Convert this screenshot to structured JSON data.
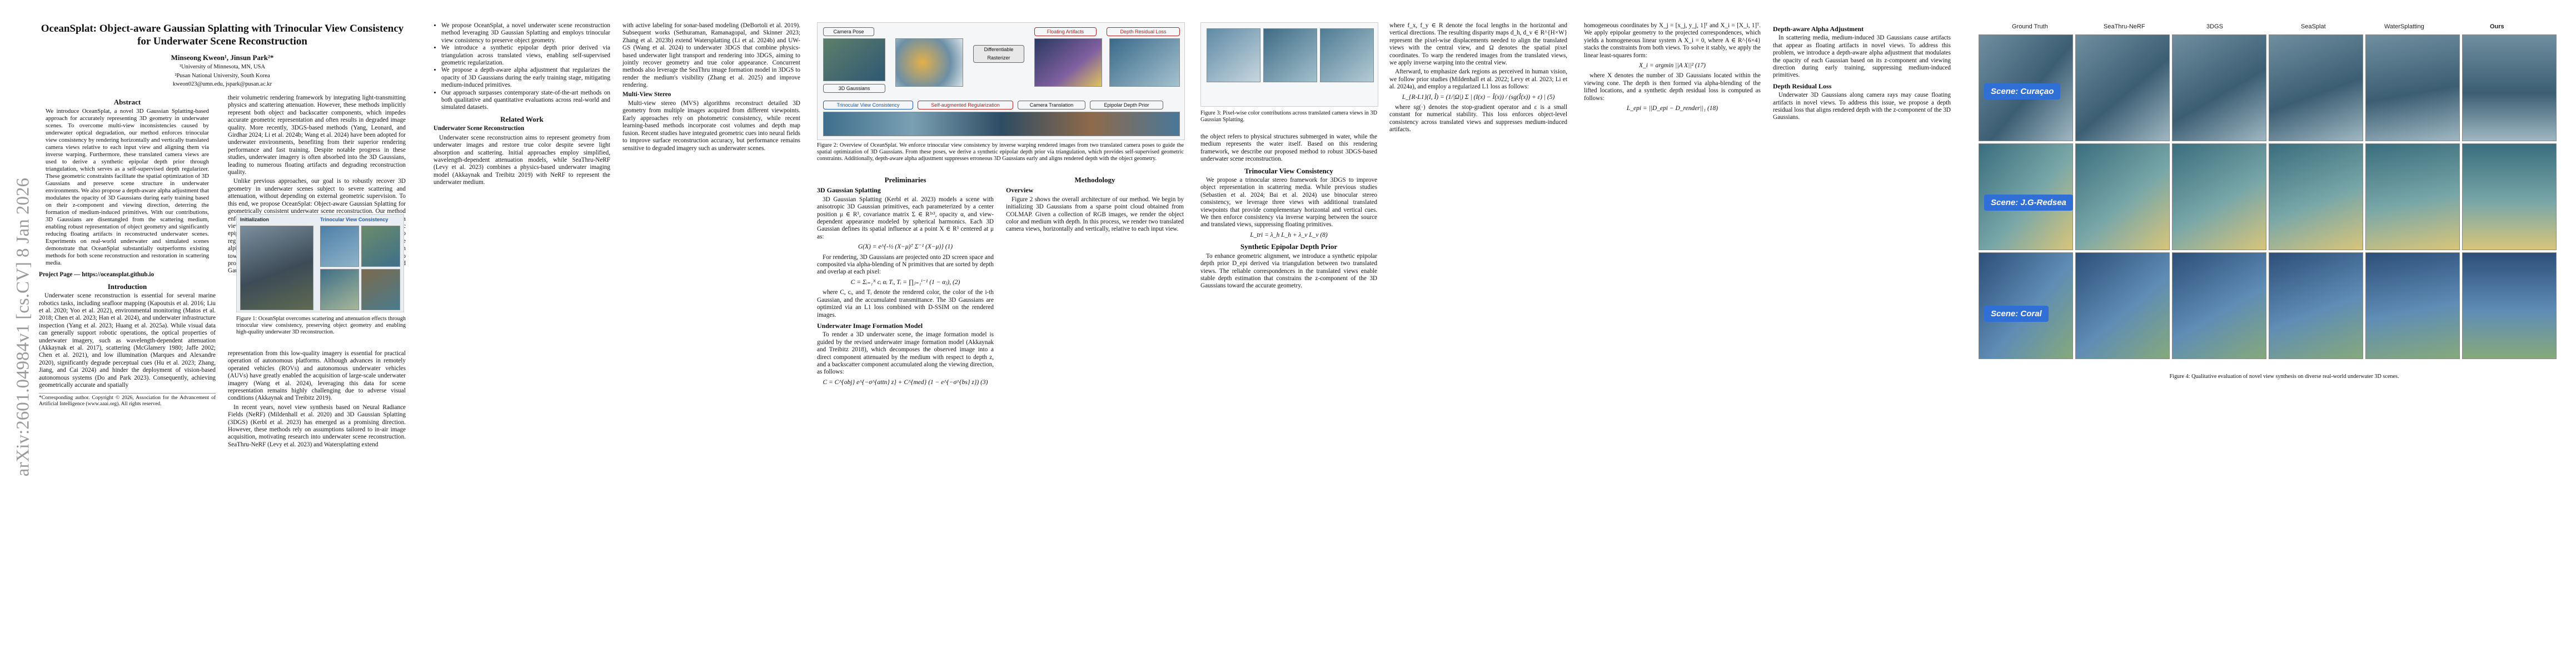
{
  "arxiv_stamp": "arXiv:2601.04984v1  [cs.CV]  8 Jan 2026",
  "title": "OceanSplat: Object-aware Gaussian Splatting with Trinocular View Consistency for Underwater Scene Reconstruction",
  "authors": "Minseong Kweon¹, Jinsun Park²*",
  "affiliations": [
    "¹University of Minnesota, MN, USA",
    "²Pusan National University, South Korea",
    "kweon023@umn.edu, jspark@pusan.ac.kr"
  ],
  "abstract_heading": "Abstract",
  "abstract": "We introduce OceanSplat, a novel 3D Gaussian Splatting-based approach for accurately representing 3D geometry in underwater scenes. To overcome multi-view inconsistencies caused by underwater optical degradation, our method enforces trinocular view consistency by rendering horizontally and vertically translated camera views relative to each input view and aligning them via inverse warping. Furthermore, these translated camera views are used to derive a synthetic epipolar depth prior through triangulation, which serves as a self-supervised depth regularizer. These geometric constraints facilitate the spatial optimization of 3D Gaussians and preserve scene structure in underwater environments. We also propose a depth-aware alpha adjustment that modulates the opacity of 3D Gaussians during early training based on their z-component and viewing direction, deterring the formation of medium-induced primitives. With our contributions, 3D Gaussians are disentangled from the scattering medium, enabling robust representation of object geometry and significantly reducing floating artifacts in reconstructed underwater scenes. Experiments on real-world underwater and simulated scenes demonstrate that OceanSplat substantially outperforms existing methods for both scene reconstruction and restoration in scattering media.",
  "project_page": "Project Page — https://oceansplat.github.io",
  "intro_heading": "Introduction",
  "intro_p1": "Underwater scene reconstruction is essential for several marine robotics tasks, including seafloor mapping (Kapoutsis et al. 2016; Liu et al. 2020; Yoo et al. 2022), environmental monitoring (Matos et al. 2018; Chen et al. 2023; Han et al. 2024), and underwater infrastructure inspection (Yang et al. 2023; Huang et al. 2025a). While visual data can generally support robotic operations, the optical properties of underwater imagery, such as wavelength-dependent attenuation (Akkaynak et al. 2017), scattering (McGlamery 1980; Jaffe 2002; Chen et al. 2021), and low illumination (Marques and Alexandre 2020), significantly degrade perceptual cues (Hu et al. 2023; Zhang, Jiang, and Cai 2024) and hinder the deployment of vision-based autonomous systems (Do and Park 2023). Consequently, achieving geometrically accurate and spatially",
  "footnote": "*Corresponding author. Copyright © 2026, Association for the Advancement of Artificial Intelligence (www.aaai.org). All rights reserved.",
  "col2_p1": "their volumetric rendering framework by integrating light-transmitting physics and scattering attenuation. However, these methods implicitly represent both object and backscatter components, which impedes accurate geometric representation and often results in degraded image quality. More recently, 3DGS-based methods (Yang, Leonard, and Girdhar 2024; Li et al. 2024b; Wang et al. 2024) have been adopted for underwater environments, benefiting from their superior rendering performance and fast training. Despite notable progress in these studies, underwater imagery is often absorbed into the 3D Gaussians, leading to numerous floating artifacts and degrading reconstruction quality.",
  "col2_p2": "Unlike previous approaches, our goal is to robustly recover 3D geometry in underwater scenes subject to severe scattering and attenuation, without depending on external geometric supervision. To this end, we propose OceanSplat: Object-aware Gaussian Splatting for geometrically consistent underwater scene reconstruction. Our method enforces trinocular view consistency by rendering translated camera views along two orthogonal axes. Our method also enforces synthetic epipolar depth prior via triangulation across the translated views to regularize the spatial structure. Additionally, we derive a depth-aware alpha adjustment that constrains the z-component of each 3D Gaussian toward the alpha-blended depth to promote accurate geometry. We also propose a depth-aware alpha adjustment that prevents medium-induced Gaussians from persisting during the early stages of training.",
  "fig1_caption": "Figure 1: OceanSplat overcomes scattering and attenuation effects through trinocular view consistency, preserving object geometry and enabling high-quality underwater 3D reconstruction.",
  "fig1_labels": {
    "init": "Initialization",
    "trino": "Trinocular View Consistency"
  },
  "col3_p1": "representation from this low-quality imagery is essential for practical operation of autonomous platforms. Although advances in remotely operated vehicles (ROVs) and autonomous underwater vehicles (AUVs) have greatly enabled the acquisition of large-scale underwater imagery (Wang et al. 2024), leveraging this data for scene representation remains highly challenging due to adverse visual conditions (Akkaynak and Treibitz 2019).",
  "col3_p2": "In recent years, novel view synthesis based on Neural Radiance Fields (NeRF) (Mildenhall et al. 2020) and 3D Gaussian Splatting (3DGS) (Kerbl et al. 2023) has emerged as a promising direction. However, these methods rely on assumptions tailored to in-air image acquisition, motivating research into underwater scene reconstruction. SeaThru-NeRF (Levy et al. 2023) and Watersplatting extend",
  "contrib": [
    "We propose OceanSplat, a novel underwater scene reconstruction method leveraging 3D Gaussian Splatting and employs trinocular view consistency to preserve object geometry.",
    "We introduce a synthetic epipolar depth prior derived via triangulation across translated views, enabling self-supervised geometric regularization.",
    "We propose a depth-aware alpha adjustment that regularizes the opacity of 3D Gaussians during the early training stage, mitigating medium-induced primitives.",
    "Our approach surpasses contemporary state-of-the-art methods on both qualitative and quantitative evaluations across real-world and simulated datasets."
  ],
  "related_heading": "Related Work",
  "related_p1_head": "Underwater Scene Reconstruction",
  "related_p1": "Underwater scene reconstruction aims to represent geometry from underwater images and restore true color despite severe light absorption and scattering. Initial approaches employ simplified, wavelength-dependent attenuation models, while SeaThru-NeRF (Levy et al. 2023) combines a physics-based underwater imaging model (Akkaynak and Treibitz 2019) with NeRF to represent the underwater medium.",
  "col4_p1": "with active labeling for sonar-based modeling (DeBortoli et al. 2019). Subsequent works (Sethuraman, Ramanagopal, and Skinner 2023; Zhang et al. 2023b) extend Watersplatting (Li et al. 2024b) and UW-GS (Wang et al. 2024) to underwater 3DGS that combine physics-based underwater light transport and rendering into 3DGS, aiming to jointly recover geometry and true color appearance. Concurrent methods also leverage the SeaThru image formation model in 3DGS to render the medium's visibility (Zhang et al. 2025) and improve rendering.",
  "col4_p2": "Multi-View Stereo",
  "col4_p2_body": "Multi-view stereo (MVS) algorithms reconstruct detailed 3D geometry from multiple images acquired from different viewpoints. Early approaches rely on photometric consistency, while recent learning-based methods incorporate cost volumes and depth map fusion. Recent studies have integrated geometric cues into neural fields to improve surface reconstruction accuracy, but performance remains sensitive to degraded imagery such as underwater scenes.",
  "fig2_caption": "Figure 2: Overview of OceanSplat. We enforce trinocular view consistency by inverse warping rendered images from two translated camera poses to guide the spatial optimization of 3D Gaussians. From these poses, we derive a synthetic epipolar depth prior via triangulation, which provides self-supervised geometric constraints. Additionally, depth-aware alpha adjustment suppresses erroneous 3D Gaussians early and aligns rendered depth with the object geometry.",
  "fig2_labels": {
    "camera": "Camera Pose",
    "gaussians": "3D Gaussians",
    "diff": "Differentiable Rasterizer",
    "floating": "Floating Artifacts",
    "depth_loss": "Depth Residual Loss",
    "trinoc": "Trinocular View Consistency",
    "selfreg": "Self-augmented Regularization",
    "camtrans": "Camera Translation",
    "epipolar": "Epipolar Depth Prior"
  },
  "prelim_heading": "Preliminaries",
  "prelim_sub": "3D Gaussian Splatting",
  "prelim_body": "3D Gaussian Splatting (Kerbl et al. 2023) models a scene with anisotropic 3D Gaussian primitives, each parameterized by a center position μ ∈ R³, covariance matrix Σ ∈ R³ˣ³, opacity α, and view-dependent appearance modeled by spherical harmonics. Each 3D Gaussian defines its spatial influence at a point X ∈ R³ centered at μ as:",
  "eq1": "G(X) = e^{-½ (X−μ)ᵀ Σ⁻¹ (X−μ)}   (1)",
  "prelim_body2": "For rendering, 3D Gaussians are projected onto 2D screen space and composited via alpha-blending of N primitives that are sorted by depth and overlap at each pixel:",
  "eq2": "C = Σᵢ₌₁ᴺ cᵢ αᵢ Tᵢ,  Tᵢ = ∏ⱼ₌₁ⁱ⁻¹ (1 − αⱼ),   (2)",
  "prelim_body3": "where C, cᵢ, and Tᵢ denote the rendered color, the color of the i-th Gaussian, and the accumulated transmittance. The 3D Gaussians are optimized via an L1 loss combined with D-SSIM on the rendered images.",
  "uw_sub": "Underwater Image Formation Model",
  "uw_body": "To render a 3D underwater scene, the image formation model is guided by the revised underwater image formation model (Akkaynak and Treibitz 2018), which decomposes the observed image into a direct component attenuated by the medium with respect to depth z, and a backscatter component accumulated along the viewing direction, as follows:",
  "eq3": "C = C^{obj} e^{−σ^{attn} z} + C^{med} (1 − e^{−σ^{bs} z})   (3)",
  "method_heading": "Methodology",
  "method_sub": "Overview",
  "method_body": "Figure 2 shows the overall architecture of our method. We begin by initializing 3D Gaussians from a sparse point cloud obtained from COLMAP. Given a collection of RGB images, we render the object color and medium with depth. In this process, we render two translated camera views, horizontally and vertically, relative to each input view.",
  "fig3_caption": "Figure 3: Pixel-wise color contributions across translated camera views in 3D Gaussian Splatting.",
  "col7_p1": "the object refers to physical structures submerged in water, while the medium represents the water itself. Based on this rendering framework, we describe our proposed method to robust 3DGS-based underwater scene reconstruction.",
  "trino_heading": "Trinocular View Consistency",
  "trino_body": "We propose a trinocular stereo framework for 3DGS to improve object representation in scattering media. While previous studies (Sebastien et al. 2024; Bai et al. 2024) use binocular stereo consistency, we leverage three views with additional translated viewpoints that provide complementary horizontal and vertical cues. We then enforce consistency via inverse warping between the source and translated views, suppressing floating primitives.",
  "eq_loss": "L_tri = λ_h L_h + λ_v L_v   (8)",
  "epi_heading": "Synthetic Epipolar Depth Prior",
  "epi_body": "To enhance geometric alignment, we introduce a synthetic epipolar depth prior D_epi derived via triangulation between two translated views. The reliable correspondences in the translated views enable stable depth estimation that constrains the z-component of the 3D Gaussians toward the accurate geometry.",
  "col8_p1": "where f_x, f_y ∈ R denote the focal lengths in the horizontal and vertical directions. The resulting disparity maps d_h, d_v ∈ R^{H×W} represent the pixel-wise displacements needed to align the translated views with the central view, and Ω denotes the spatial pixel coordinates. To warp the rendered images from the translated views, we apply inverse warping into the central view.",
  "col8_p2": "Afterward, to emphasize dark regions as perceived in human vision, we follow prior studies (Mildenhall et al. 2022; Levy et al. 2023; Li et al. 2024a), and employ a regularized L1 loss as follows:",
  "eq_l1": "L_{R-L1}(I, Î) = (1/|Ω|) Σ | (I(x) − Î(x)) / (sg(Î(x)) + ε) |   (5)",
  "col8_p3": "where sg(·) denotes the stop-gradient operator and ε is a small constant for numerical stability. This loss enforces object-level consistency across translated views and suppresses medium-induced artifacts.",
  "col9_p1": "homogeneous coordinates by X_j = [x_j, y_j, 1]ᵀ and X_i = [X_i, 1]ᵀ. We apply epipolar geometry to the projected correspondences, which yields a homogeneous linear system A X_i = 0, where A ∈ R^{6×4} stacks the constraints from both views. To solve it stably, we apply the linear least-squares form:",
  "eq_lsq": "X_i = argmin ||A X||²   (17)",
  "col9_p2": "where X denotes the number of 3D Gaussians located within the viewing cone. The depth is then formed via alpha-blending of the lifted locations, and a synthetic depth residual loss is computed as follows:",
  "eq_depth": "L_epi = ||D_epi − D_render||₁   (18)",
  "alpha_heading": "Depth-aware Alpha Adjustment",
  "alpha_body": "In scattering media, medium-induced 3D Gaussians cause artifacts that appear as floating artifacts in novel views. To address this problem, we introduce a depth-aware alpha adjustment that modulates the opacity of each Gaussian based on its z-component and viewing direction during early training, suppressing medium-induced primitives.",
  "res_heading": "Depth Residual Loss",
  "res_body": "Underwater 3D Gaussians along camera rays may cause floating artifacts in novel views. To address this issue, we propose a depth residual loss that aligns rendered depth with the z-component of the 3D Gaussians.",
  "fig4_caption": "Figure 4: Qualitative evaluation of novel view synthesis on diverse real-world underwater 3D scenes.",
  "fig4_columns": [
    "Ground Truth",
    "SeaThru-NeRF",
    "3DGS",
    "SeaSplat",
    "WaterSplatting",
    "Ours"
  ],
  "fig4_scenes": [
    "Scene: Curaçao",
    "Scene: J.G-Redsea",
    "Scene: Coral"
  ],
  "colors": {
    "accent": "#2f6fd6",
    "arxiv_gray": "#9a9a9a"
  }
}
